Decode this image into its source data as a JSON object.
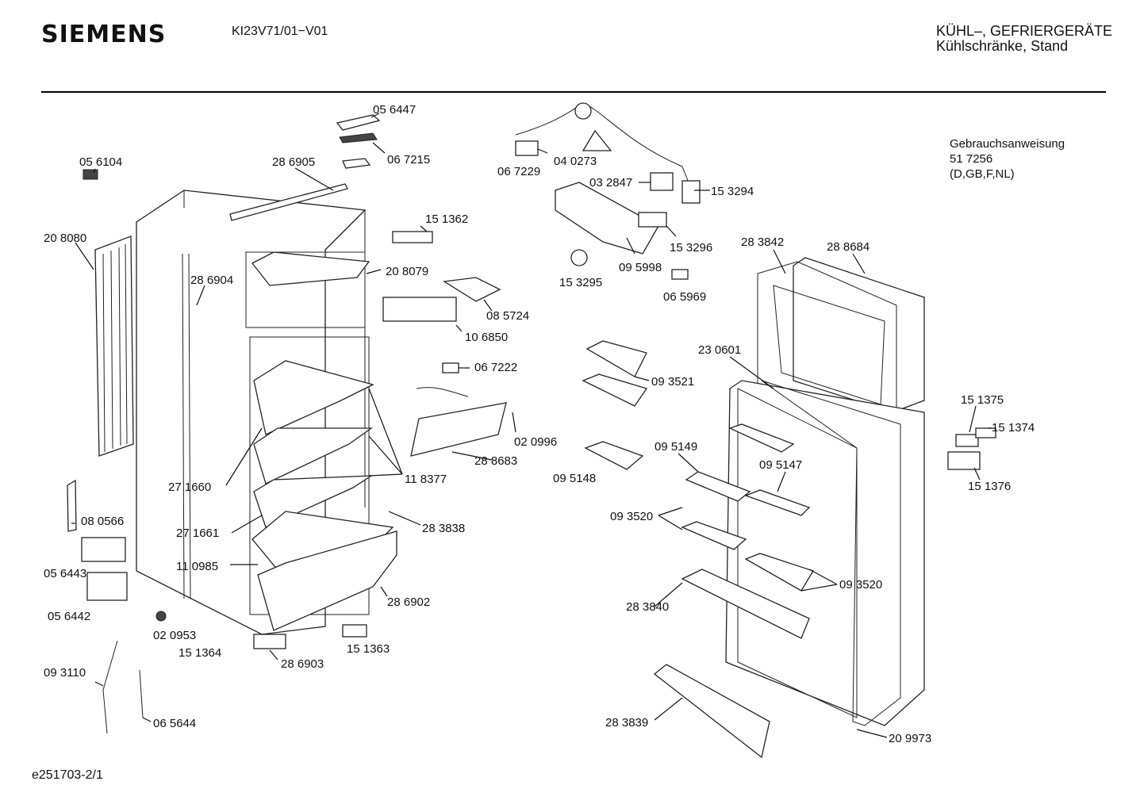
{
  "header": {
    "brand": "SIEMENS",
    "model": "KI23V71/01−V01",
    "category_line1": "KÜHL–, GEFRIERGERÄTE",
    "category_line2": "Kühlschränke, Stand"
  },
  "manual": {
    "title": "Gebrauchsanweisung",
    "number": "51 7256",
    "languages": "(D,GB,F,NL)"
  },
  "footer": {
    "drawing_id": "e251703-2/1"
  },
  "parts": {
    "p056447": "05 6447",
    "p067215": "06 7215",
    "p056104": "05 6104",
    "p286905": "28 6905",
    "p208080": "20 8080",
    "p151362": "15 1362",
    "p286904": "28 6904",
    "p208079": "20 8079",
    "p085724": "08 5724",
    "p106850": "10 6850",
    "p067222": "06 7222",
    "p020996": "02 0996",
    "p288683": "28 8683",
    "p118377": "11 8377",
    "p271660": "27 1660",
    "p271661": "27 1661",
    "p283838": "28 3838",
    "p110985": "11 0985",
    "p080566": "08 0566",
    "p056443": "05 6443",
    "p056442": "05 6442",
    "p020953": "02 0953",
    "p286902": "28 6902",
    "p151364": "15 1364",
    "p151363": "15 1363",
    "p286903": "28 6903",
    "p093110": "09 3110",
    "p065644": "06 5644",
    "p067229": "06 7229",
    "p040273": "04 0273",
    "p032847": "03 2847",
    "p153294": "15 3294",
    "p153296": "15 3296",
    "p095998": "09 5998",
    "p153295": "15 3295",
    "p065969": "06 5969",
    "p283842": "28 3842",
    "p288684": "28 8684",
    "p230601": "23 0601",
    "p093521": "09 3521",
    "p095149": "09 5149",
    "p095147": "09 5147",
    "p095148": "09 5148",
    "p093520a": "09 3520",
    "p093520b": "09 3520",
    "p283840": "28 3840",
    "p283839": "28 3839",
    "p209973": "20 9973",
    "p151375": "15 1375",
    "p151374": "15 1374",
    "p151376": "15 1376"
  }
}
